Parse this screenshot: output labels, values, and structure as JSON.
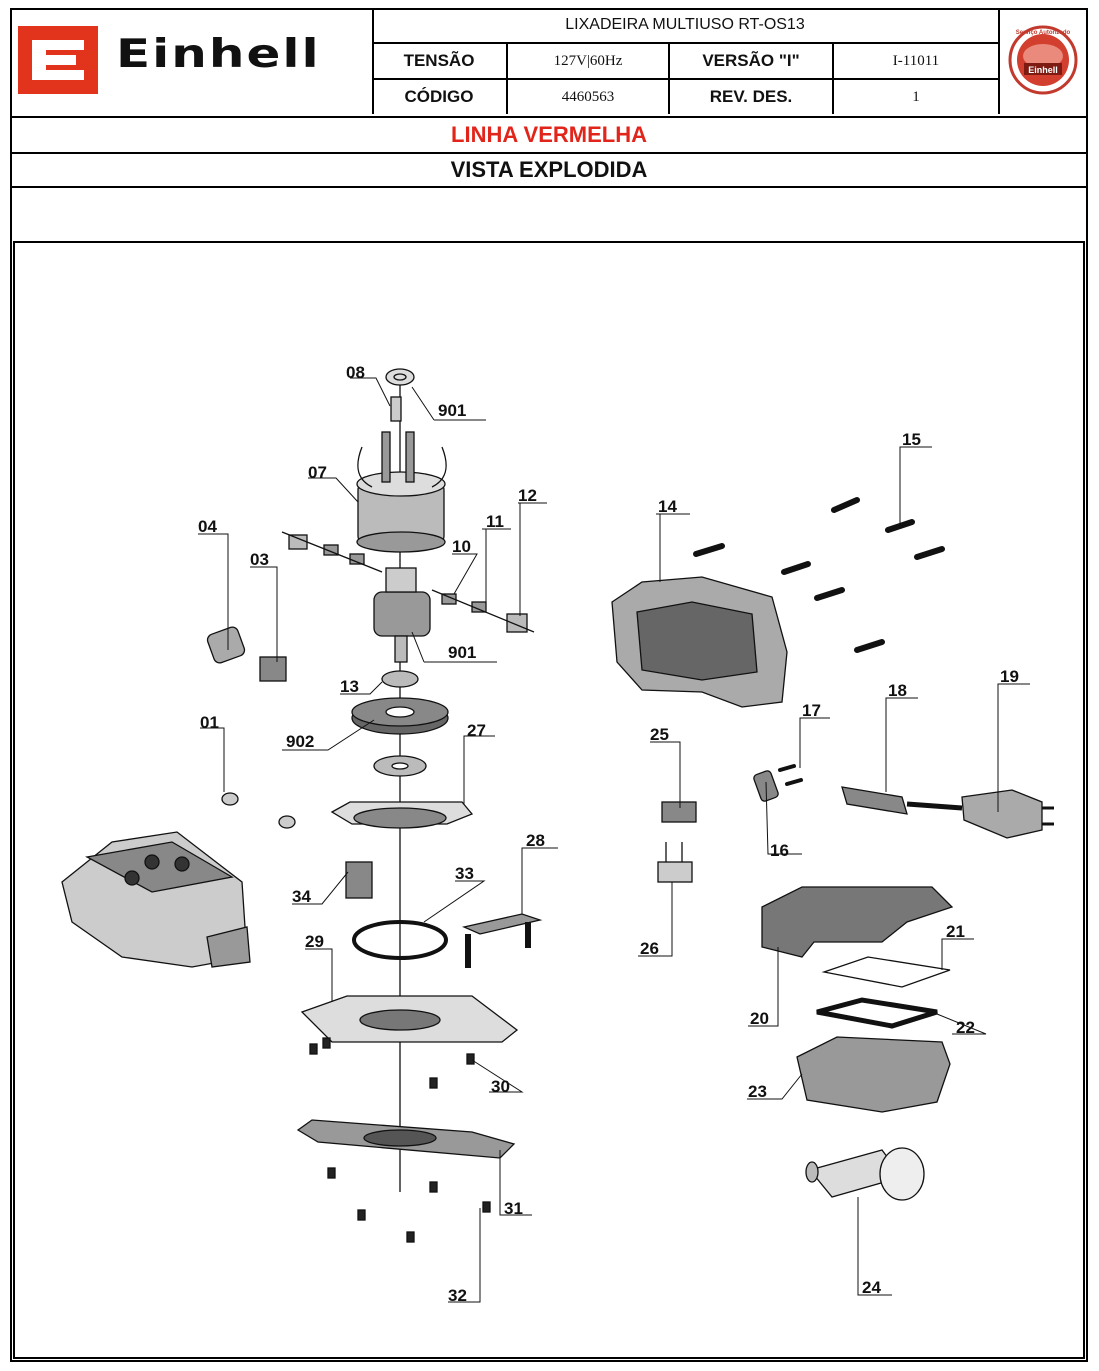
{
  "header": {
    "brand": "Einhell",
    "product_title": "LIXADEIRA MULTIUSO RT-OS13",
    "voltage_label": "TENSÃO",
    "voltage_value": "127V|60Hz",
    "version_label": "VERSÃO \"I\"",
    "version_value": "I-11011",
    "code_label": "CÓDIGO",
    "code_value": "4460563",
    "rev_label": "REV. DES.",
    "rev_value": "1",
    "badge_top": "Serviço Autorizado",
    "badge_brand": "Einhell"
  },
  "bands": {
    "line": "LINHA VERMELHA",
    "view": "VISTA EXPLODIDA",
    "empty": ""
  },
  "colors": {
    "brand_red": "#e2341d",
    "line_red": "#e2251b"
  },
  "parts": [
    "08",
    "901",
    "07",
    "04",
    "03",
    "10",
    "11",
    "12",
    "901",
    "13",
    "902",
    "01",
    "27",
    "34",
    "33",
    "28",
    "29",
    "30",
    "31",
    "32",
    "14",
    "15",
    "18",
    "19",
    "17",
    "16",
    "25",
    "26",
    "20",
    "21",
    "22",
    "23",
    "24"
  ]
}
